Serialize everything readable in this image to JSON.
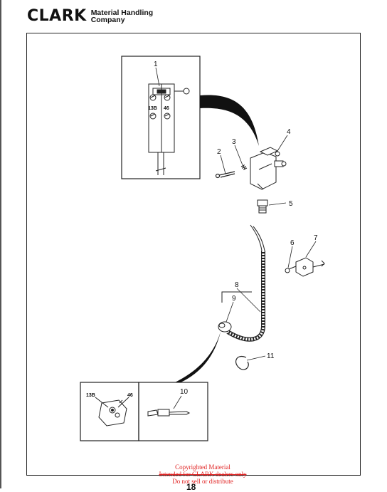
{
  "header": {
    "logo": "CLARK",
    "company_line1": "Material Handling",
    "company_line2": "Company"
  },
  "callouts": [
    "1",
    "2",
    "3",
    "4",
    "5",
    "6",
    "7",
    "8",
    "9",
    "10",
    "11"
  ],
  "detail_top": {
    "terminal_left": "13B",
    "terminal_right": "46"
  },
  "detail_bottom": {
    "terminal_left": "13B",
    "terminal_right": "46"
  },
  "watermark": {
    "line1": "Copyrighted Material",
    "line2": "Intended for CLARK dealers only",
    "line3": "Do not sell or distribute"
  },
  "page_number": "18"
}
